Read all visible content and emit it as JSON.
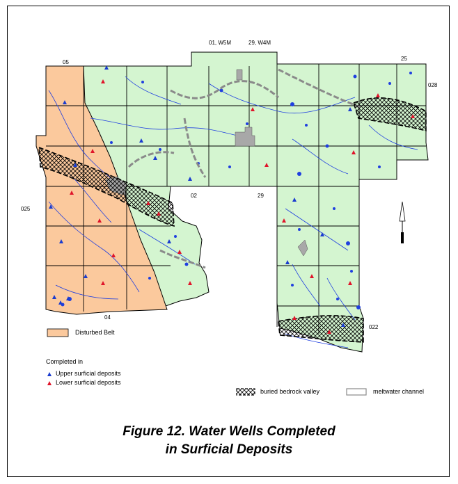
{
  "map": {
    "grid_labels": {
      "top_left": "05",
      "top_mid_a": "01, W5M",
      "top_mid_b": "29, W4M",
      "top_right": "25",
      "right_top": "028",
      "left_mid": "025",
      "mid_a": "02",
      "mid_b": "29",
      "bottom_left": "04",
      "bottom_right": "022"
    },
    "colors": {
      "plains": "#d4f5d0",
      "disturbed_belt": "#fbc99d",
      "water": "#1f3fe0",
      "upper_wells": "#1a3ccf",
      "lower_wells": "#e0142a",
      "town": "#a8a8a8"
    }
  },
  "legend": {
    "disturbed_belt": "Disturbed Belt",
    "completed_in": "Completed in",
    "upper": "Upper surficial deposits",
    "lower": "Lower surficial deposits",
    "bedrock": "buried bedrock valley",
    "meltwater": "meltwater channel"
  },
  "caption": {
    "line1": "Figure 12. Water Wells Completed",
    "line2": "in Surficial Deposits"
  }
}
